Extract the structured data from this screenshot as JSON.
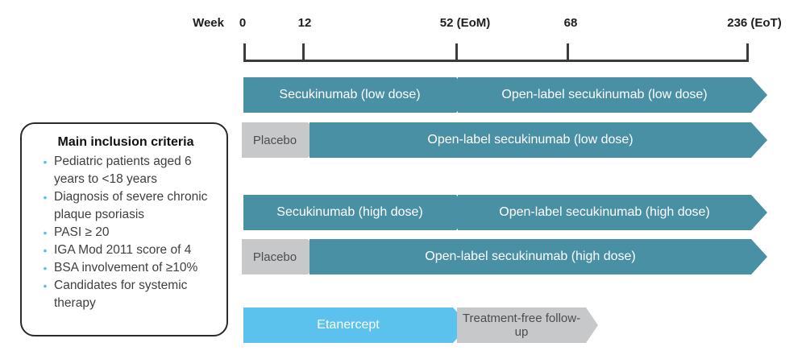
{
  "colors": {
    "teal": "#4A90A4",
    "light_blue": "#5BC2EE",
    "gray": "#C7C8CA",
    "axis": "#3B3B3B",
    "bullet": "#5BC0E8",
    "dark_text": "#4D4D4F"
  },
  "timeline": {
    "axis_label": "Week",
    "ticks": [
      "0",
      "12",
      "52 (EoM)",
      "68",
      "236 (EoT)"
    ]
  },
  "inclusion_box": {
    "title": "Main inclusion criteria",
    "bullet_glyph": "•",
    "items": [
      "Pediatric patients aged 6 years to <18 years",
      "Diagnosis of severe chronic plaque psoriasis",
      "PASI ≥ 20",
      "IGA Mod 2011 score of 4",
      "BSA involvement of ≥10%",
      "Candidates for systemic therapy"
    ]
  },
  "arms": {
    "low_dose": {
      "first": "Secukinumab (low dose)",
      "second": "Open-label secukinumab (low dose)"
    },
    "low_dose_placebo": {
      "first": "Placebo",
      "second": "Open-label secukinumab (low dose)"
    },
    "high_dose": {
      "first": "Secukinumab (high dose)",
      "second": "Open-label secukinumab (high dose)"
    },
    "high_dose_placebo": {
      "first": "Placebo",
      "second": "Open-label secukinumab (high dose)"
    },
    "etanercept": {
      "first": "Etanercept",
      "second": "Treatment-free follow-up"
    }
  }
}
